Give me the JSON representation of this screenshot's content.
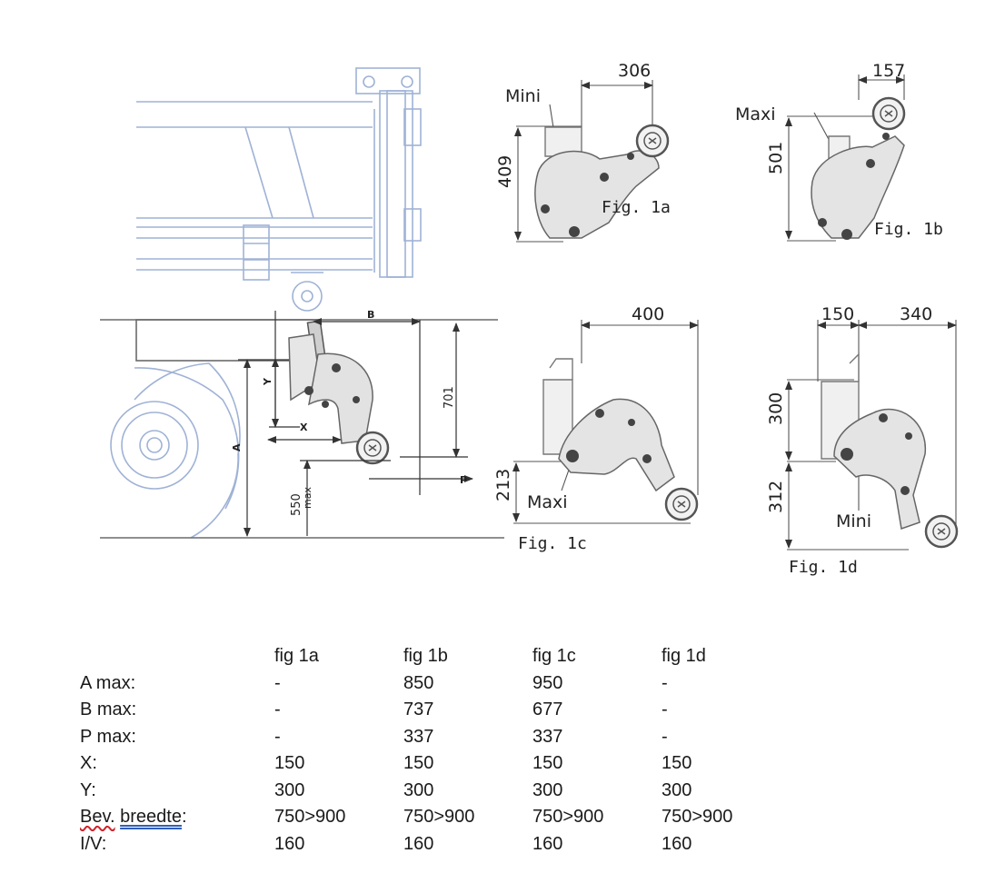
{
  "drawing": {
    "main_labels": {
      "b": "B",
      "y": "Y",
      "x": "X",
      "a": "A",
      "p": "P",
      "dim_701": "701",
      "dim_550": "550",
      "max": "max"
    },
    "fig1a": {
      "label": "Fig. 1a",
      "mini": "Mini",
      "width": "306",
      "height": "409"
    },
    "fig1b": {
      "label": "Fig. 1b",
      "maxi": "Maxi",
      "width": "157",
      "height": "501"
    },
    "fig1c": {
      "label": "Fig. 1c",
      "maxi": "Maxi",
      "width": "400",
      "height": "213"
    },
    "fig1d": {
      "label": "Fig. 1d",
      "mini": "Mini",
      "width1": "150",
      "width2": "340",
      "height1": "300",
      "height2": "312"
    },
    "colors": {
      "line": "#5a5a5a",
      "blue": "#9fb2d6",
      "part_fill": "#e4e4e4",
      "part_stroke": "#666666"
    }
  },
  "table": {
    "headers": [
      "",
      "fig 1a",
      "fig 1b",
      "fig 1c",
      "fig 1d"
    ],
    "rows": [
      {
        "label": "A max:",
        "values": [
          "-",
          "850",
          "950",
          "-"
        ]
      },
      {
        "label": "B max:",
        "values": [
          "-",
          "737",
          "677",
          "-"
        ]
      },
      {
        "label": "P max:",
        "values": [
          "-",
          "337",
          "337",
          "-"
        ]
      },
      {
        "label": "X:",
        "values": [
          "150",
          "150",
          "150",
          "150"
        ]
      },
      {
        "label": "Y:",
        "values": [
          "300",
          "300",
          "300",
          "300"
        ]
      },
      {
        "label_a": "Bev.",
        "label_b": "breedte",
        "label_c": ":",
        "values": [
          "750>900",
          "750>900",
          "750>900",
          "750>900"
        ]
      },
      {
        "label": "I/V:",
        "values": [
          "160",
          "160",
          "160",
          "160"
        ]
      }
    ]
  }
}
